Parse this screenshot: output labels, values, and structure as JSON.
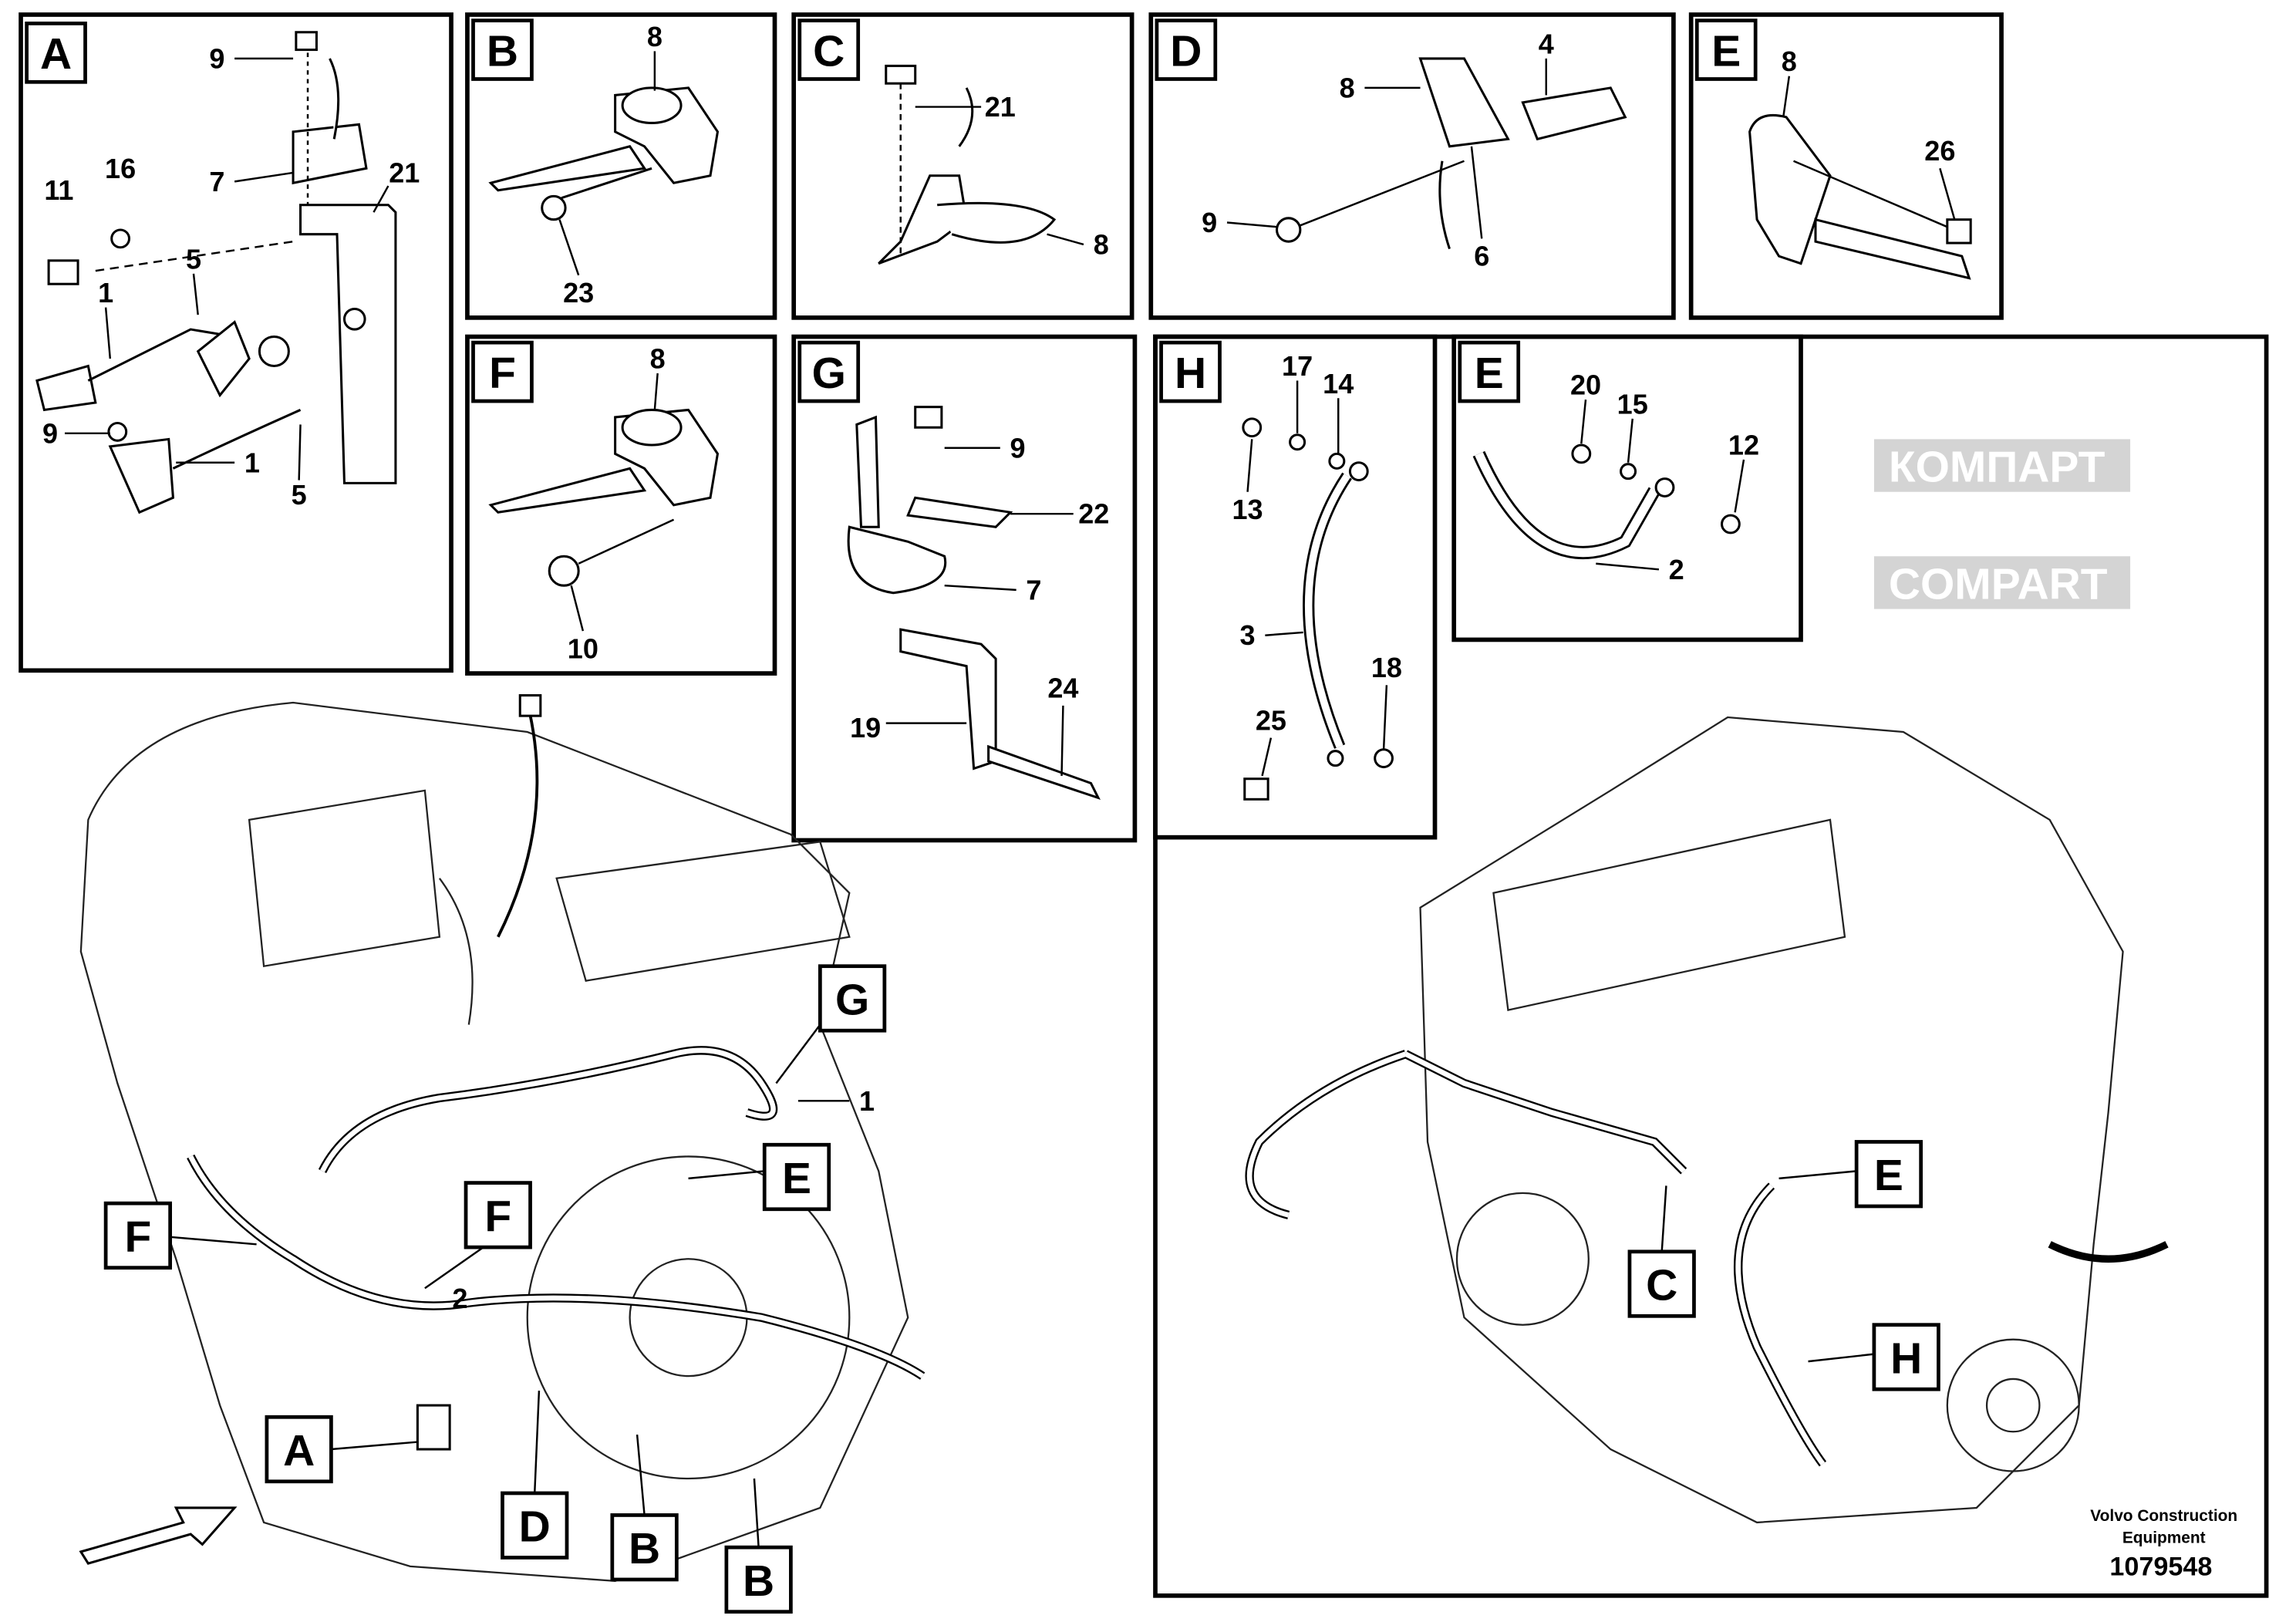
{
  "watermark": {
    "latin": "COMPART",
    "cyrillic": "КОМПАРТ"
  },
  "panels": {
    "A": {
      "letter": "A",
      "callouts": [
        "9",
        "16",
        "11",
        "7",
        "21",
        "5",
        "1",
        "9",
        "1",
        "5"
      ]
    },
    "B": {
      "letter": "B",
      "callouts": [
        "8",
        "23"
      ]
    },
    "C": {
      "letter": "C",
      "callouts": [
        "21",
        "8"
      ]
    },
    "D": {
      "letter": "D",
      "callouts": [
        "4",
        "8",
        "9",
        "6"
      ]
    },
    "E1": {
      "letter": "E",
      "callouts": [
        "8",
        "26"
      ]
    },
    "F": {
      "letter": "F",
      "callouts": [
        "8",
        "10"
      ]
    },
    "G": {
      "letter": "G",
      "callouts": [
        "9",
        "22",
        "7",
        "24",
        "19"
      ]
    },
    "H": {
      "letter": "H",
      "callouts": [
        "17",
        "14",
        "13",
        "3",
        "18",
        "25"
      ]
    },
    "E2": {
      "letter": "E",
      "callouts": [
        "20",
        "15",
        "12",
        "2"
      ]
    }
  },
  "main_view": {
    "left_labels": [
      "G",
      "E",
      "F",
      "F",
      "A",
      "D",
      "B",
      "B"
    ],
    "left_callouts": [
      "1",
      "2"
    ],
    "right_labels": [
      "E",
      "C",
      "H"
    ]
  },
  "footer": {
    "line1": "Volvo Construction",
    "line2": "Equipment",
    "number": "1079548"
  }
}
